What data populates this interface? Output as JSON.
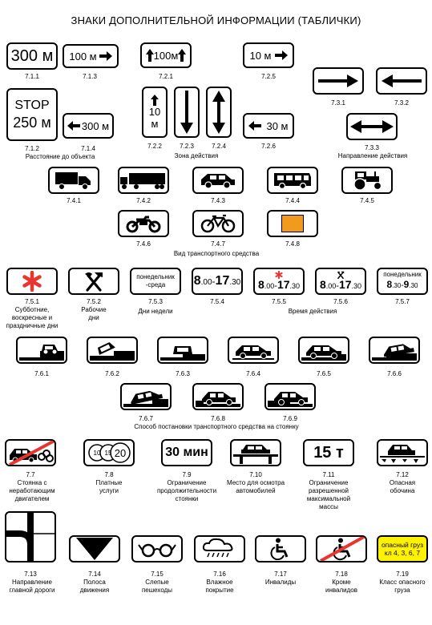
{
  "title": "ЗНАКИ ДОПОЛНИТЕЛЬНОЙ ИНФОРМАЦИИ (ТАБЛИЧКИ)",
  "colors": {
    "red": "#e8352e",
    "orange": "#f29a1e",
    "yellow": "#fff200",
    "black": "#000000"
  },
  "signs": {
    "s711": {
      "code": "7.1.1",
      "text": "300 м"
    },
    "s713": {
      "code": "7.1.3",
      "text": "100 м"
    },
    "s721": {
      "code": "7.2.1",
      "text": "100м"
    },
    "s725": {
      "code": "7.2.5",
      "text": "10 м"
    },
    "s731": {
      "code": "7.3.1"
    },
    "s732": {
      "code": "7.3.2"
    },
    "s712": {
      "code": "7.1.2",
      "line1": "STOP",
      "line2": "250 м"
    },
    "s714": {
      "code": "7.1.4",
      "text": "300 м"
    },
    "s722": {
      "code": "7.2.2",
      "line1": "10",
      "line2": "м"
    },
    "s723": {
      "code": "7.2.3"
    },
    "s724": {
      "code": "7.2.4"
    },
    "s726": {
      "code": "7.2.6",
      "text": "30 м"
    },
    "s733": {
      "code": "7.3.3"
    },
    "s741": {
      "code": "7.4.1"
    },
    "s742": {
      "code": "7.4.2"
    },
    "s743": {
      "code": "7.4.3"
    },
    "s744": {
      "code": "7.4.4"
    },
    "s745": {
      "code": "7.4.5"
    },
    "s746": {
      "code": "7.4.6"
    },
    "s747": {
      "code": "7.4.7"
    },
    "s748": {
      "code": "7.4.8"
    },
    "s751": {
      "code": "7.5.1",
      "caption": "Субботние, воскресные и праздничные дни"
    },
    "s752": {
      "code": "7.5.2",
      "caption": "Рабочие дни"
    },
    "s753": {
      "code": "7.5.3",
      "text1": "понедельник",
      "text2": "-среда",
      "caption": "Дни недели"
    },
    "s754": {
      "code": "7.5.4",
      "t_from_h": "8",
      "t_from_m": ".00",
      "t_dash": "-",
      "t_to_h": "17",
      "t_to_m": ".30"
    },
    "s755": {
      "code": "7.5.5",
      "t_from_h": "8",
      "t_from_m": ".00",
      "t_dash": "-",
      "t_to_h": "17",
      "t_to_m": ".30"
    },
    "s756": {
      "code": "7.5.6",
      "t_from_h": "8",
      "t_from_m": ".00",
      "t_dash": "-",
      "t_to_h": "17",
      "t_to_m": ".30"
    },
    "s757": {
      "code": "7.5.7",
      "text1": "понедельник",
      "t_from_h": "8",
      "t_from_m": ".30",
      "t_dash": "-",
      "t_to_h": "9",
      "t_to_m": ".30"
    },
    "s761": {
      "code": "7.6.1"
    },
    "s762": {
      "code": "7.6.2"
    },
    "s763": {
      "code": "7.6.3"
    },
    "s764": {
      "code": "7.6.4"
    },
    "s765": {
      "code": "7.6.5"
    },
    "s766": {
      "code": "7.6.6"
    },
    "s767": {
      "code": "7.6.7"
    },
    "s768": {
      "code": "7.6.8"
    },
    "s769": {
      "code": "7.6.9"
    },
    "s77": {
      "code": "7.7",
      "caption": "Стоянка с неработающим двигателем"
    },
    "s78": {
      "code": "7.8",
      "n1": "10",
      "n2": "15",
      "n3": "20",
      "caption": "Платные услуги"
    },
    "s79": {
      "code": "7.9",
      "text": "30 мин",
      "caption": "Ограничение продолжительности стоянки"
    },
    "s710": {
      "code": "7.10",
      "caption": "Место для осмотра автомобилей"
    },
    "s711b": {
      "code": "7.11",
      "text": "15 т",
      "caption": "Ограничение разрешенной максимальной массы"
    },
    "s712b": {
      "code": "7.12",
      "caption": "Опасная обочина"
    },
    "s713b": {
      "code": "7.13",
      "caption": "Направление главной дороги"
    },
    "s714b": {
      "code": "7.14",
      "caption": "Полоса движения"
    },
    "s715": {
      "code": "7.15",
      "caption": "Слепые пешеходы"
    },
    "s716": {
      "code": "7.16",
      "caption": "Влажное покрытие"
    },
    "s717": {
      "code": "7.17",
      "caption": "Инвалиды"
    },
    "s718": {
      "code": "7.18",
      "caption": "Кроме инвалидов"
    },
    "s719": {
      "code": "7.19",
      "line1": "опасный груз",
      "line2": "кл 4, 3, 6, 7",
      "caption": "Класс опасного груза"
    }
  },
  "groups": {
    "distance": "Расстояние до объекта",
    "zone": "Зона действия",
    "direction": "Направление действия",
    "vehicle": "Вид транспортного средства",
    "time": "Время действия",
    "parking": "Способ постановки транспортного средства на стоянку"
  }
}
